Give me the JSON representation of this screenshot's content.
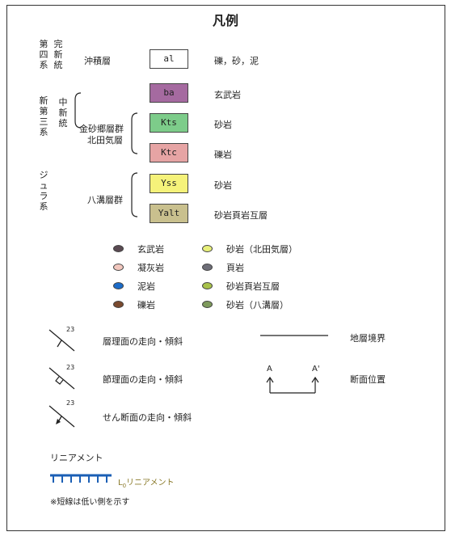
{
  "title": "凡例",
  "periods": {
    "quaternary": "第四系",
    "quaternary_sub": "完新統",
    "neogene": "新第三系",
    "neogene_sub": "中新統",
    "jurassic": "ジュラ系"
  },
  "groups": {
    "kinsago": "金砂郷層群",
    "kitada": "北田気層",
    "yamizo": "八溝層群",
    "alluvium": "沖積層"
  },
  "units": [
    {
      "code": "al",
      "desc": "礫，砂，泥",
      "color": "#ffffff"
    },
    {
      "code": "ba",
      "desc": "玄武岩",
      "color": "#a56aa0"
    },
    {
      "code": "Kts",
      "desc": "砂岩",
      "color": "#7dcc8a"
    },
    {
      "code": "Ktc",
      "desc": "礫岩",
      "color": "#e6a4a4"
    },
    {
      "code": "Yss",
      "desc": "砂岩",
      "color": "#f5f27a"
    },
    {
      "code": "Yalt",
      "desc": "砂岩頁岩互層",
      "color": "#c9c08e"
    }
  ],
  "samples_left": [
    {
      "label": "玄武岩",
      "color": "#5a4a52"
    },
    {
      "label": "凝灰岩",
      "color": "#f2c7be"
    },
    {
      "label": "泥岩",
      "color": "#1b6cc9"
    },
    {
      "label": "礫岩",
      "color": "#7a4a2e"
    }
  ],
  "samples_right": [
    {
      "label": "砂岩（北田気層）",
      "color": "#e8f07a"
    },
    {
      "label": "頁岩",
      "color": "#6e6e78"
    },
    {
      "label": "砂岩頁岩互層",
      "color": "#a8c24a"
    },
    {
      "label": "砂岩（八溝層）",
      "color": "#7e9a5c"
    }
  ],
  "structures": {
    "dip_value": "23",
    "bedding": "層理面の走向・傾斜",
    "joint": "節理面の走向・傾斜",
    "shear": "せん断面の走向・傾斜",
    "boundary": "地層境界",
    "section_a": "A",
    "section_a_prime": "A'",
    "section": "断面位置"
  },
  "lineament": {
    "heading": "リニアメント",
    "label_prefix": "L",
    "label_sub": "0",
    "label_suffix": "リニアメント",
    "note": "※短線は低い側を示す",
    "color": "#1b5fb5",
    "label_color": "#8a7a2a"
  }
}
